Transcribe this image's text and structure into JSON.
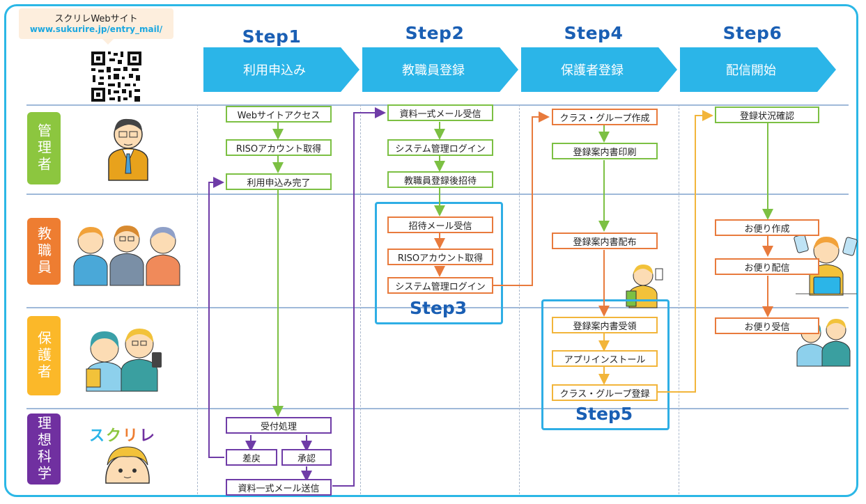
{
  "website": {
    "name": "スクリレWebサイト",
    "url": "www.sukurire.jp/entry_mail/"
  },
  "steps": [
    {
      "title": "Step1",
      "label": "利用申込み"
    },
    {
      "title": "Step2",
      "label": "教職員登録"
    },
    {
      "title": "Step4",
      "label": "保護者登録"
    },
    {
      "title": "Step6",
      "label": "配信開始"
    }
  ],
  "group_labels": {
    "step3": "Step3",
    "step5": "Step5"
  },
  "roles": [
    {
      "label": "管理者",
      "color": "#8cc63f"
    },
    {
      "label": "教職員",
      "color": "#ee7d31"
    },
    {
      "label": "保護者",
      "color": "#fbb829"
    },
    {
      "label": "理想科学",
      "color": "#7030a0"
    }
  ],
  "logo": "スクリレ",
  "boxes": {
    "web_access": "Webサイトアクセス",
    "riso_account_1": "RISOアカウント取得",
    "apply_done": "利用申込み完了",
    "receive": "受付処理",
    "sendback": "差戻",
    "approve": "承認",
    "send_docs": "資料一式メール送信",
    "recv_docs": "資料一式メール受信",
    "sys_login_1": "システム管理ログイン",
    "invite": "教職員登録後招待",
    "recv_invite": "招待メール受信",
    "riso_account_2": "RISOアカウント取得",
    "sys_login_2": "システム管理ログイン",
    "class_create": "クラス・グループ作成",
    "print_guide": "登録案内書印刷",
    "distribute_guide": "登録案内書配布",
    "receive_guide": "登録案内書受領",
    "app_install": "アプリインストール",
    "class_register": "クラス・グループ登録",
    "check_status": "登録状況確認",
    "create_letter": "お便り作成",
    "send_letter": "お便り配信",
    "receive_letter": "お便り受信"
  },
  "colors": {
    "frame": "#2bb7e6",
    "chevron": "#2bb5e8",
    "step_text": "#1a5fb4",
    "green": "#7cc043",
    "orange": "#e87a3c",
    "yellow": "#f2b53a",
    "purple": "#6f3ca7"
  }
}
